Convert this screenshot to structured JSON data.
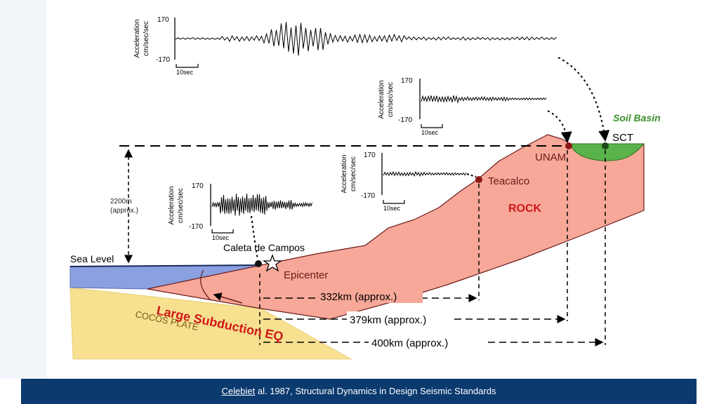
{
  "diagram": {
    "seismograms": {
      "sct": {
        "y_label_1": "Acceleration",
        "y_label_2": "cm/sec/sec",
        "top_tick": "170",
        "bottom_tick": "-170",
        "scale": "10sec"
      },
      "unam": {
        "y_label_1": "Acceleration",
        "y_label_2": "cm/sec/sec",
        "top_tick": "170",
        "bottom_tick": "-170",
        "scale": "10sec"
      },
      "teacalco": {
        "y_label_1": "Acceleration",
        "y_label_2": "cm/sec/sec",
        "top_tick": "170",
        "bottom_tick": "-170",
        "scale": "10sec"
      },
      "caleta": {
        "y_label_1": "Acceleration",
        "y_label_2": "cm/sec/sec",
        "top_tick": "170",
        "bottom_tick": "-170",
        "scale": "10sec"
      }
    },
    "labels": {
      "soil_basin": "Soil Basin",
      "sct": "SCT",
      "unam": "UNAM",
      "teacalco": "Teacalco",
      "rock": "ROCK",
      "elevation_1": "2200m",
      "elevation_2": "(approx.)",
      "sea_level": "Sea Level",
      "caleta": "Caleta de Campos",
      "epicenter": "Epicenter",
      "cocos_plate": "COCOS PLATE",
      "subduction": "Large Subduction EQ",
      "dist_teacalco": "332km (approx.)",
      "dist_unam": "379km (approx.)",
      "dist_sct": "400km (approx.)"
    },
    "colors": {
      "rock": "#f7a898",
      "soil": "#5ab34a",
      "sea": "#8aa0e0",
      "plate": "#f7e08f",
      "red_label": "#d01818",
      "green_label": "#3a8f2a"
    }
  },
  "footer": {
    "cite_name": "Celebiet",
    "cite_rest": " al. 1987, Structural Dynamics in Design Seismic Standards"
  }
}
